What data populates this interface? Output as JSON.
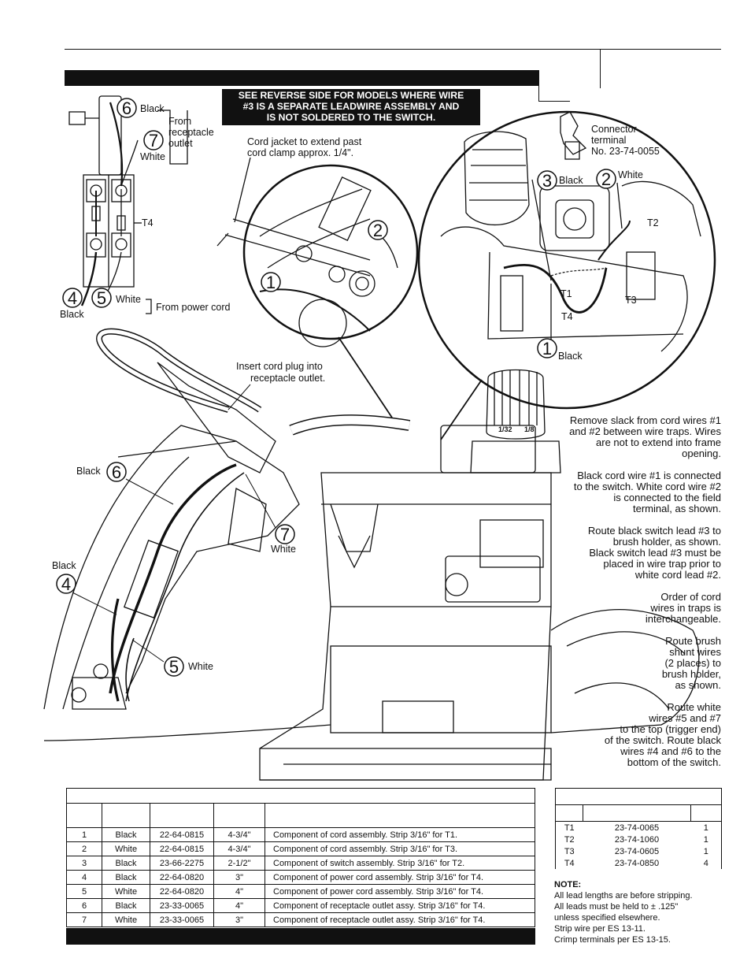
{
  "warning": {
    "line1": "SEE REVERSE SIDE FOR MODELS WHERE WIRE",
    "line2": "#3 IS A SEPARATE LEADWIRE ASSEMBLY AND",
    "line3": "IS NOT SOLDERED TO THE SWITCH."
  },
  "callouts": {
    "black": "Black",
    "white": "White",
    "from_receptacle_1": "From",
    "from_receptacle_2": "receptacle",
    "from_receptacle_3": "outlet",
    "from_power_cord": "From power cord",
    "t1": "T1",
    "t2": "T2",
    "t3": "T3",
    "t4": "T4",
    "connector_1": "Connector",
    "connector_2": "terminal",
    "connector_3": "No.  23-74-0055",
    "cord_jacket_1": "Cord jacket to extend past",
    "cord_jacket_2": "cord clamp approx. 1/4\".",
    "insert_plug_1": "Insert cord plug into",
    "insert_plug_2": "receptacle outlet.",
    "n1": "1",
    "n2": "2",
    "n3": "3",
    "n4": "4",
    "n5": "5",
    "n6": "6",
    "n7": "7",
    "knob_1": "1/32",
    "knob_2": "1/8"
  },
  "notes": [
    [
      "Remove slack from cord wires #1",
      "and #2 between wire traps. Wires",
      "are not to extend into frame",
      "opening."
    ],
    [
      "Black cord wire #1 is connected",
      "to the switch. White cord wire #2",
      "is connected to  the field",
      "terminal,  as  shown."
    ],
    [
      "Route black switch lead #3 to",
      "brush holder, as shown.",
      "Black switch lead #3 must be",
      "placed in wire trap prior to",
      "white cord lead #2."
    ],
    [
      "Order of cord",
      "wires  in  traps  is",
      "interchangeable."
    ],
    [
      "Route    brush",
      "shunt  wires",
      "(2 places) to",
      "brush  holder,",
      "as shown."
    ],
    [
      "Route white",
      "wires #5 and #7",
      "to the top (trigger end)",
      "of the switch. Route black",
      "wires #4 and #6 to the",
      "bottom of the switch."
    ]
  ],
  "lead_table": {
    "rows": [
      [
        "1",
        "Black",
        "22-64-0815",
        "4-3/4\"",
        "Component of cord assembly. Strip 3/16\" for T1."
      ],
      [
        "2",
        "White",
        "22-64-0815",
        "4-3/4\"",
        "Component of cord assembly. Strip 3/16\" for T3."
      ],
      [
        "3",
        "Black",
        "23-66-2275",
        "2-1/2\"",
        "Component of switch assembly. Strip 3/16\" for T2."
      ],
      [
        "4",
        "Black",
        "22-64-0820",
        "3\"",
        "Component of power cord assembly. Strip 3/16\" for T4."
      ],
      [
        "5",
        "White",
        "22-64-0820",
        "4\"",
        "Component of power cord assembly. Strip 3/16\" for T4."
      ],
      [
        "6",
        "Black",
        "23-33-0065",
        "4\"",
        "Component of receptacle outlet assy. Strip 3/16\" for T4."
      ],
      [
        "7",
        "White",
        "23-33-0065",
        "3\"",
        "Component of receptacle outlet assy. Strip 3/16\" for T4."
      ]
    ]
  },
  "terminal_table": {
    "rows": [
      [
        "T1",
        "23-74-0065",
        "1"
      ],
      [
        "T2",
        "23-74-1060",
        "1"
      ],
      [
        "T3",
        "23-74-0605",
        "1"
      ],
      [
        "T4",
        "23-74-0850",
        "4"
      ]
    ]
  },
  "table_note": {
    "heading": "NOTE:",
    "lines": [
      "All lead lengths are before stripping.",
      "All leads must be held to ± .125\"",
      "unless  specified  elsewhere.",
      "Strip wire per ES 13-11.",
      "Crimp terminals per ES 13-15."
    ]
  }
}
